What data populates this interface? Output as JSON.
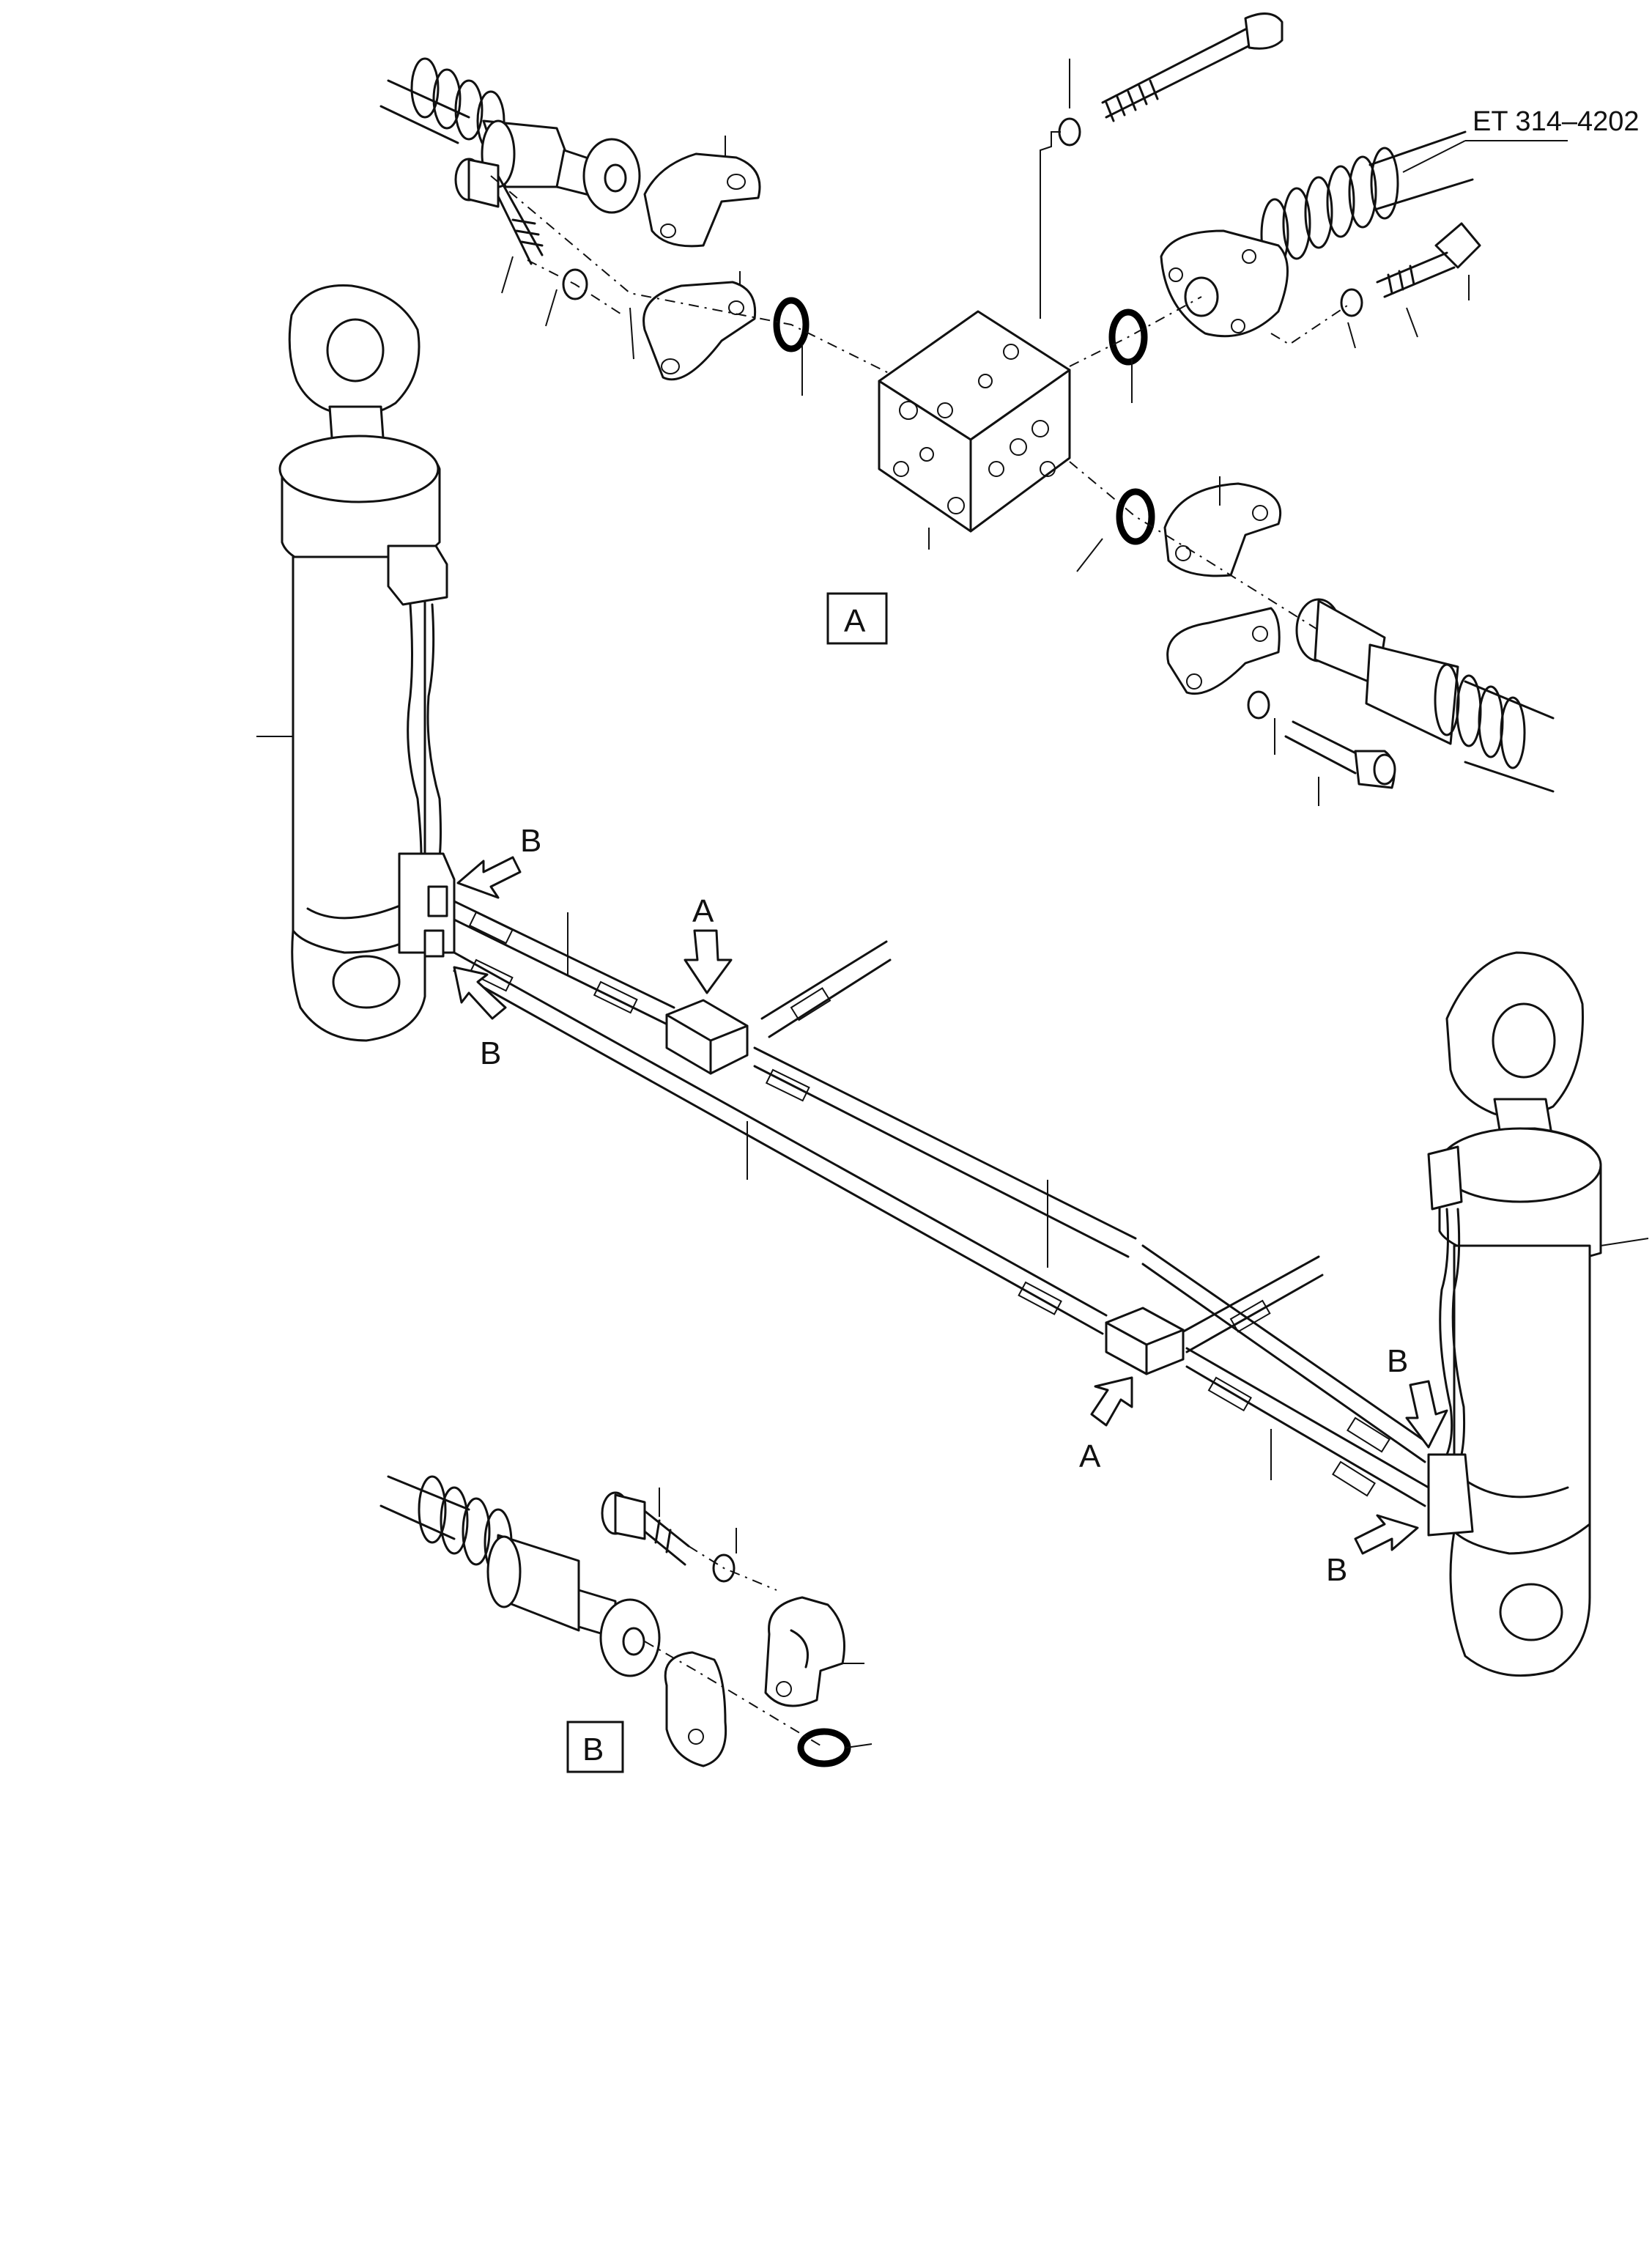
{
  "drawing_ref": "ET 314–4202",
  "detail_a": {
    "box_label": "A"
  },
  "detail_b": {
    "box_label": "B"
  },
  "callouts": {
    "a": "A",
    "b": "B"
  },
  "icons": {
    "callout_arrow": "hollow-arrow",
    "lift_cylinder": "hydraulic-cylinder",
    "valve_block": "distribution-block",
    "hose": "hydraulic-hose",
    "flange_clamp": "split-flange-clamp",
    "seal_ring": "o-ring",
    "bolt": "socket-screw",
    "washer": "washer"
  }
}
